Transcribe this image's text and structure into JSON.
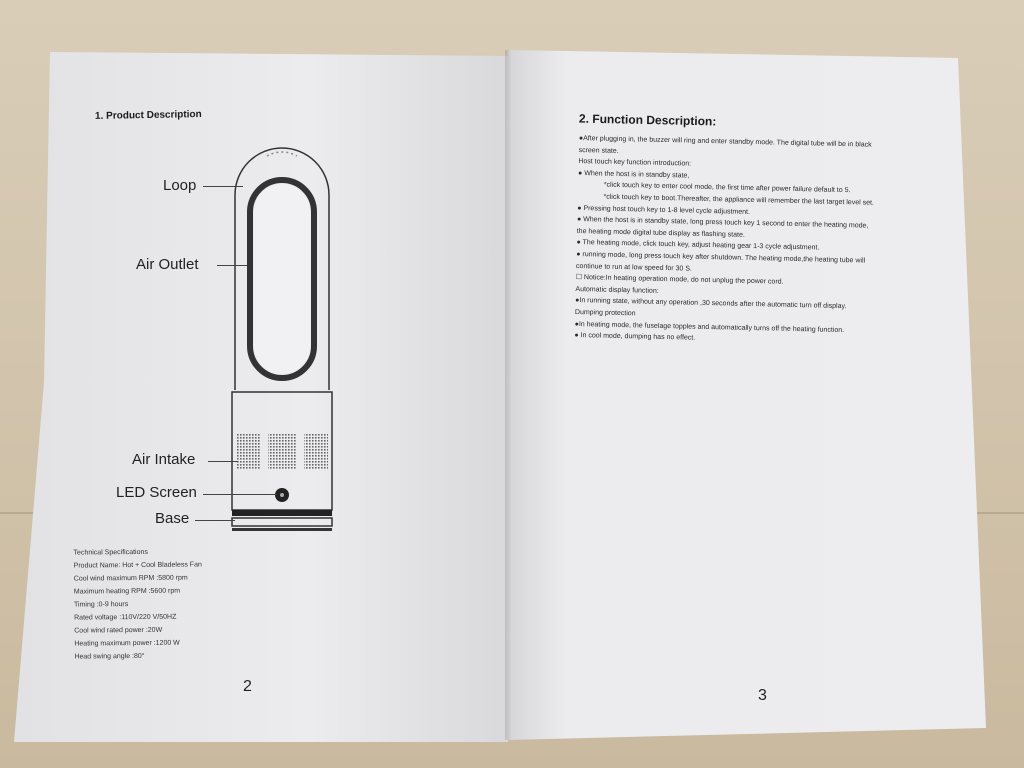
{
  "left_page": {
    "heading": "1. Product Description",
    "labels": {
      "loop": "Loop",
      "air_outlet": "Air Outlet",
      "air_intake": "Air Intake",
      "led_screen": "LED Screen",
      "base": "Base"
    },
    "specs": [
      "Technical Specifications",
      "Product Name: Hot + Cool Bladeless Fan",
      "Cool wind maximum RPM :5800 rpm",
      "Maximum heating RPM :5600 rpm",
      "Timing :0-9 hours",
      "Rated voltage :110V/220 V/50HZ",
      "Cool wind rated power :20W",
      "Heating maximum power :1200 W",
      "Head swing angle :80°"
    ],
    "page_number": "2"
  },
  "right_page": {
    "heading": "2. Function Description:",
    "lines": [
      "●After plugging in, the buzzer will ring and enter standby mode. The digital tube will be in black",
      "screen state.",
      "Host touch key function introduction:",
      "●   When the host is in standby state,",
      "*click touch key to enter cool mode, the first time after power failure default to 5.",
      "*click touch key to boot.Thereafter, the appliance will remember the last target level set.",
      "●   Pressing host touch key to 1-8 level cycle adjustment.",
      "●   When the host is in standby state, long press touch key 1 second to enter the heating mode,",
      "the heating mode digital tube display as flashing state.",
      "●   The heating mode, click touch key, adjust heating gear 1-3 cycle adjustment.",
      "●   running mode, long press touch key after shutdown. The heating mode,the heating tube will",
      "continue to run at low speed for 30 S.",
      "☐   Notice:In heating operation mode, do not unplug the power cord.",
      "Automatic display function:",
      "●In running state, without any operation ,30 seconds after the automatic turn off display.",
      "Dumping protection",
      "●In heating mode, the fuselage topples and automatically turns off the heating function.",
      "●   In cool mode, dumping has no effect."
    ],
    "page_number": "3"
  }
}
